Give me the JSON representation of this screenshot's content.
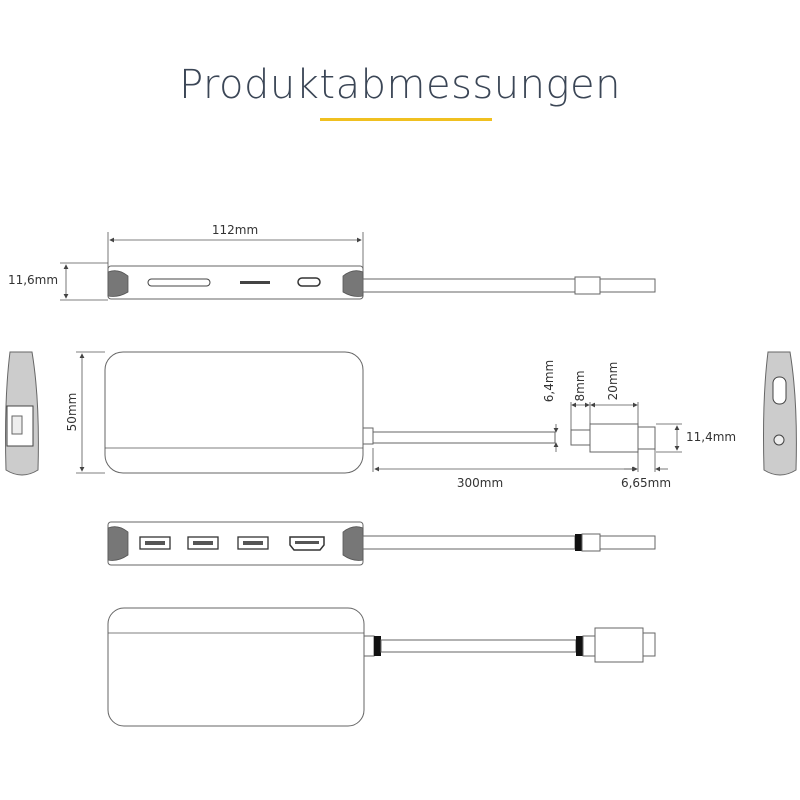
{
  "title": "Produktabmessungen",
  "colors": {
    "title": "#3b4656",
    "accent": "#f0c020",
    "line": "#555555"
  },
  "dimensions": {
    "length": "112mm",
    "height": "11,6mm",
    "width": "50mm",
    "cable_length": "300mm",
    "cable_diameter": "6,4mm",
    "strain_relief": "8mm",
    "connector_length": "20mm",
    "connector_height": "11,4mm",
    "plug_length": "6,65mm"
  }
}
